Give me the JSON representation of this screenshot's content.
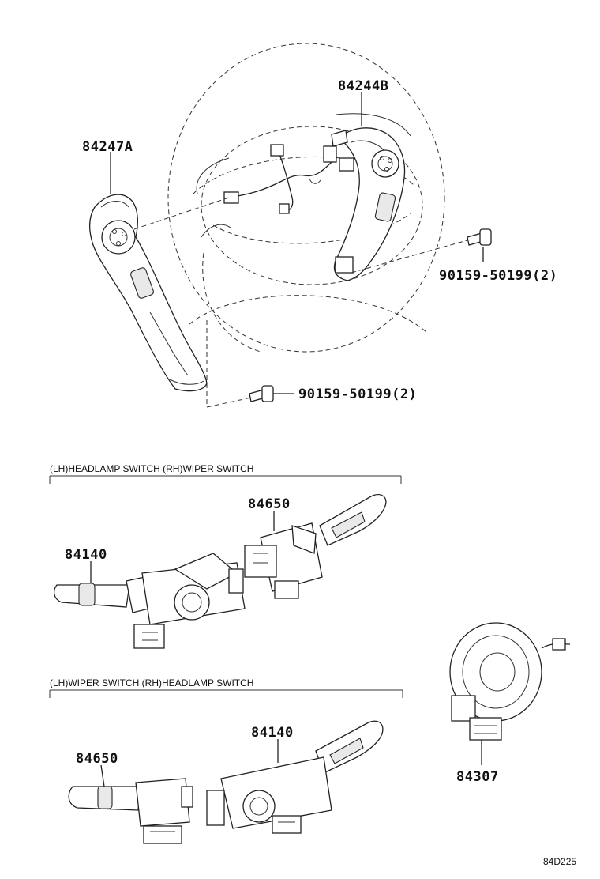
{
  "diagram": {
    "part_numbers": {
      "pad_left": "84247A",
      "pad_right": "84244B",
      "screw_right": "90159-50199(2)",
      "screw_bottom": "90159-50199(2)",
      "lever_headlamp_top": "84140",
      "lever_wiper_top": "84650",
      "lever_wiper_bottom": "84650",
      "lever_headlamp_bottom": "84140",
      "spiral_cable": "84307"
    },
    "captions": {
      "group_top": "(LH)HEADLAMP SWITCH   (RH)WIPER SWITCH",
      "group_bottom": "(LH)WIPER SWITCH   (RH)HEADLAMP SWITCH"
    },
    "figure_code": "84D225"
  }
}
